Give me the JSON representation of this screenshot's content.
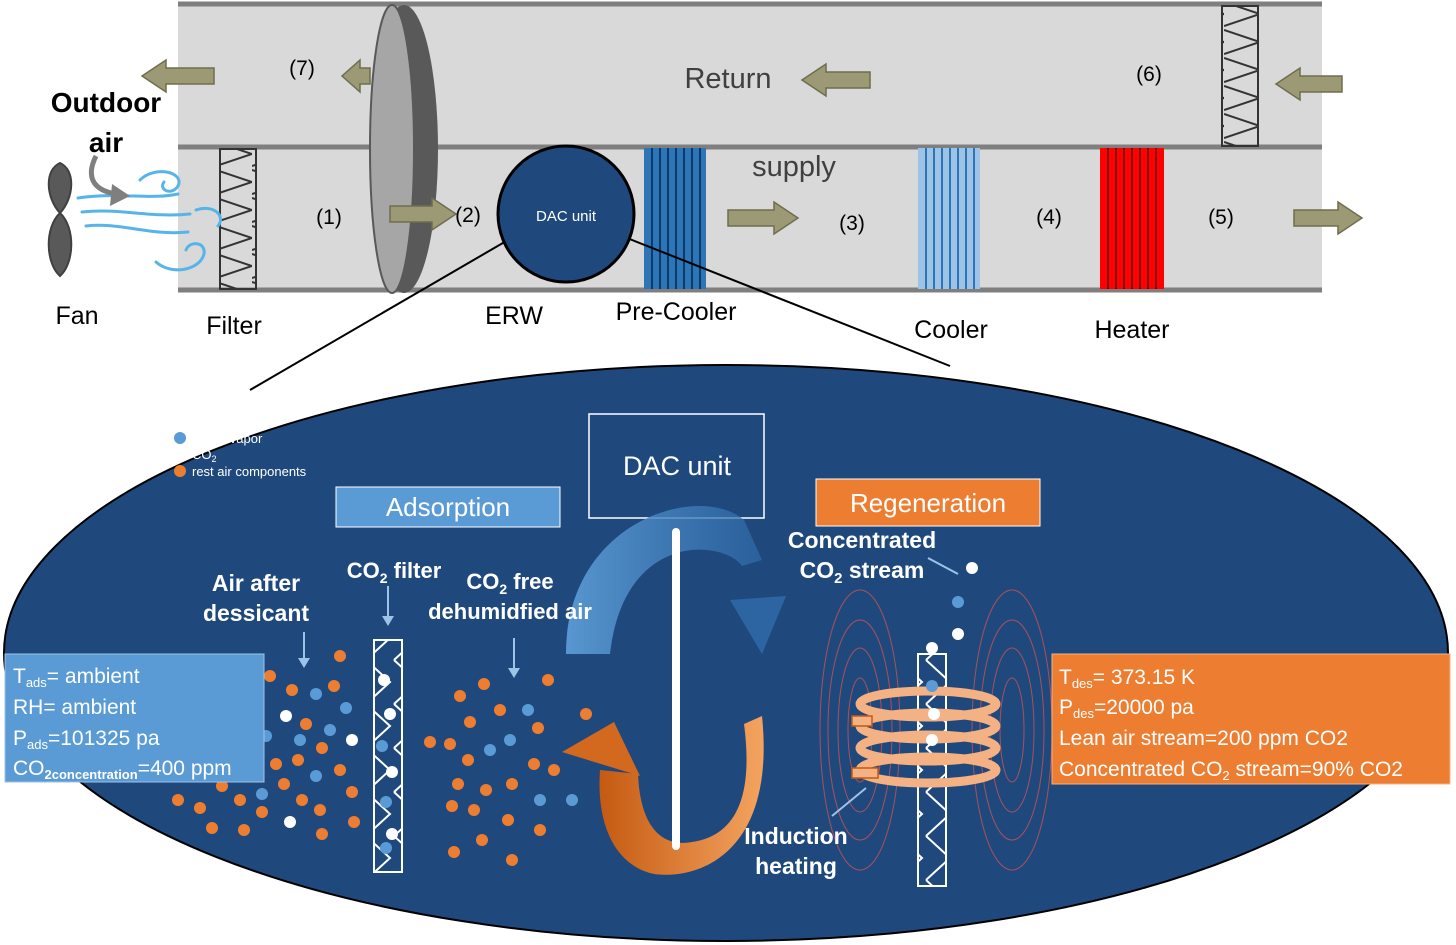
{
  "duct": {
    "return_label": "Return",
    "supply_label": "supply",
    "outdoor_air_line1": "Outdoor",
    "outdoor_air_line2": "air",
    "dac_unit_small": "DAC unit",
    "stations": [
      "(1)",
      "(2)",
      "(3)",
      "(4)",
      "(5)",
      "(6)",
      "(7)"
    ],
    "components": {
      "fan": "Fan",
      "filter": "Filter",
      "erw": "ERW",
      "pre_cooler": "Pre-Cooler",
      "cooler": "Cooler",
      "heater": "Heater"
    }
  },
  "detail": {
    "legend": [
      {
        "label": "Water vapor",
        "color": "#5b9bd5"
      },
      {
        "label": "CO",
        "sub": "2",
        "color": "#ffffff"
      },
      {
        "label": "rest air components",
        "color": "#ed7d31"
      }
    ],
    "dac_unit_title": "DAC unit",
    "adsorption_title": "Adsorption",
    "regeneration_title": "Regeneration",
    "air_after_dessicant_line1": "Air after",
    "air_after_dessicant_line2": "dessicant",
    "co2_filter_pre": "CO",
    "co2_filter_sub": "2",
    "co2_filter_post": " filter",
    "co2_free_pre": "CO",
    "co2_free_sub": "2",
    "co2_free_post": " free",
    "co2_free_line2": "dehumidfied air",
    "concentrated_line1": "Concentrated",
    "concentrated_pre": "CO",
    "concentrated_sub": "2",
    "concentrated_post": " stream",
    "induction_line1": "Induction",
    "induction_line2": "heating",
    "ads_box": {
      "t_main": "T",
      "t_sub": "ads",
      "t_val": "= ambient",
      "rh": "RH= ambient",
      "p_main": "P",
      "p_sub": "ads",
      "p_val": "=101325 pa",
      "c_main": "CO",
      "c_sub": "2concentration",
      "c_val": "=400 ppm"
    },
    "des_box": {
      "t_main": "T",
      "t_sub": "des",
      "t_val": "= 373.15 K",
      "p_main": "P",
      "p_sub": "des",
      "p_val": "=20000 pa",
      "lean": "Lean air stream=200 ppm CO2",
      "c_pre": "Concentrated CO",
      "c_sub": "2",
      "c_post": " stream=90% CO2"
    }
  },
  "colors": {
    "duct_fill": "#d9d9d9",
    "duct_line": "#7f7f7f",
    "arrow": "#9c9a75",
    "ellipse": "#1f497d",
    "adsorption_box": "#5b9bd5",
    "regeneration_box": "#ed7d31",
    "pre_cooler": "#2e75b6",
    "cooler": "#9dc3e6",
    "heater": "#ff0000",
    "air_stream": "#56b4e9"
  }
}
